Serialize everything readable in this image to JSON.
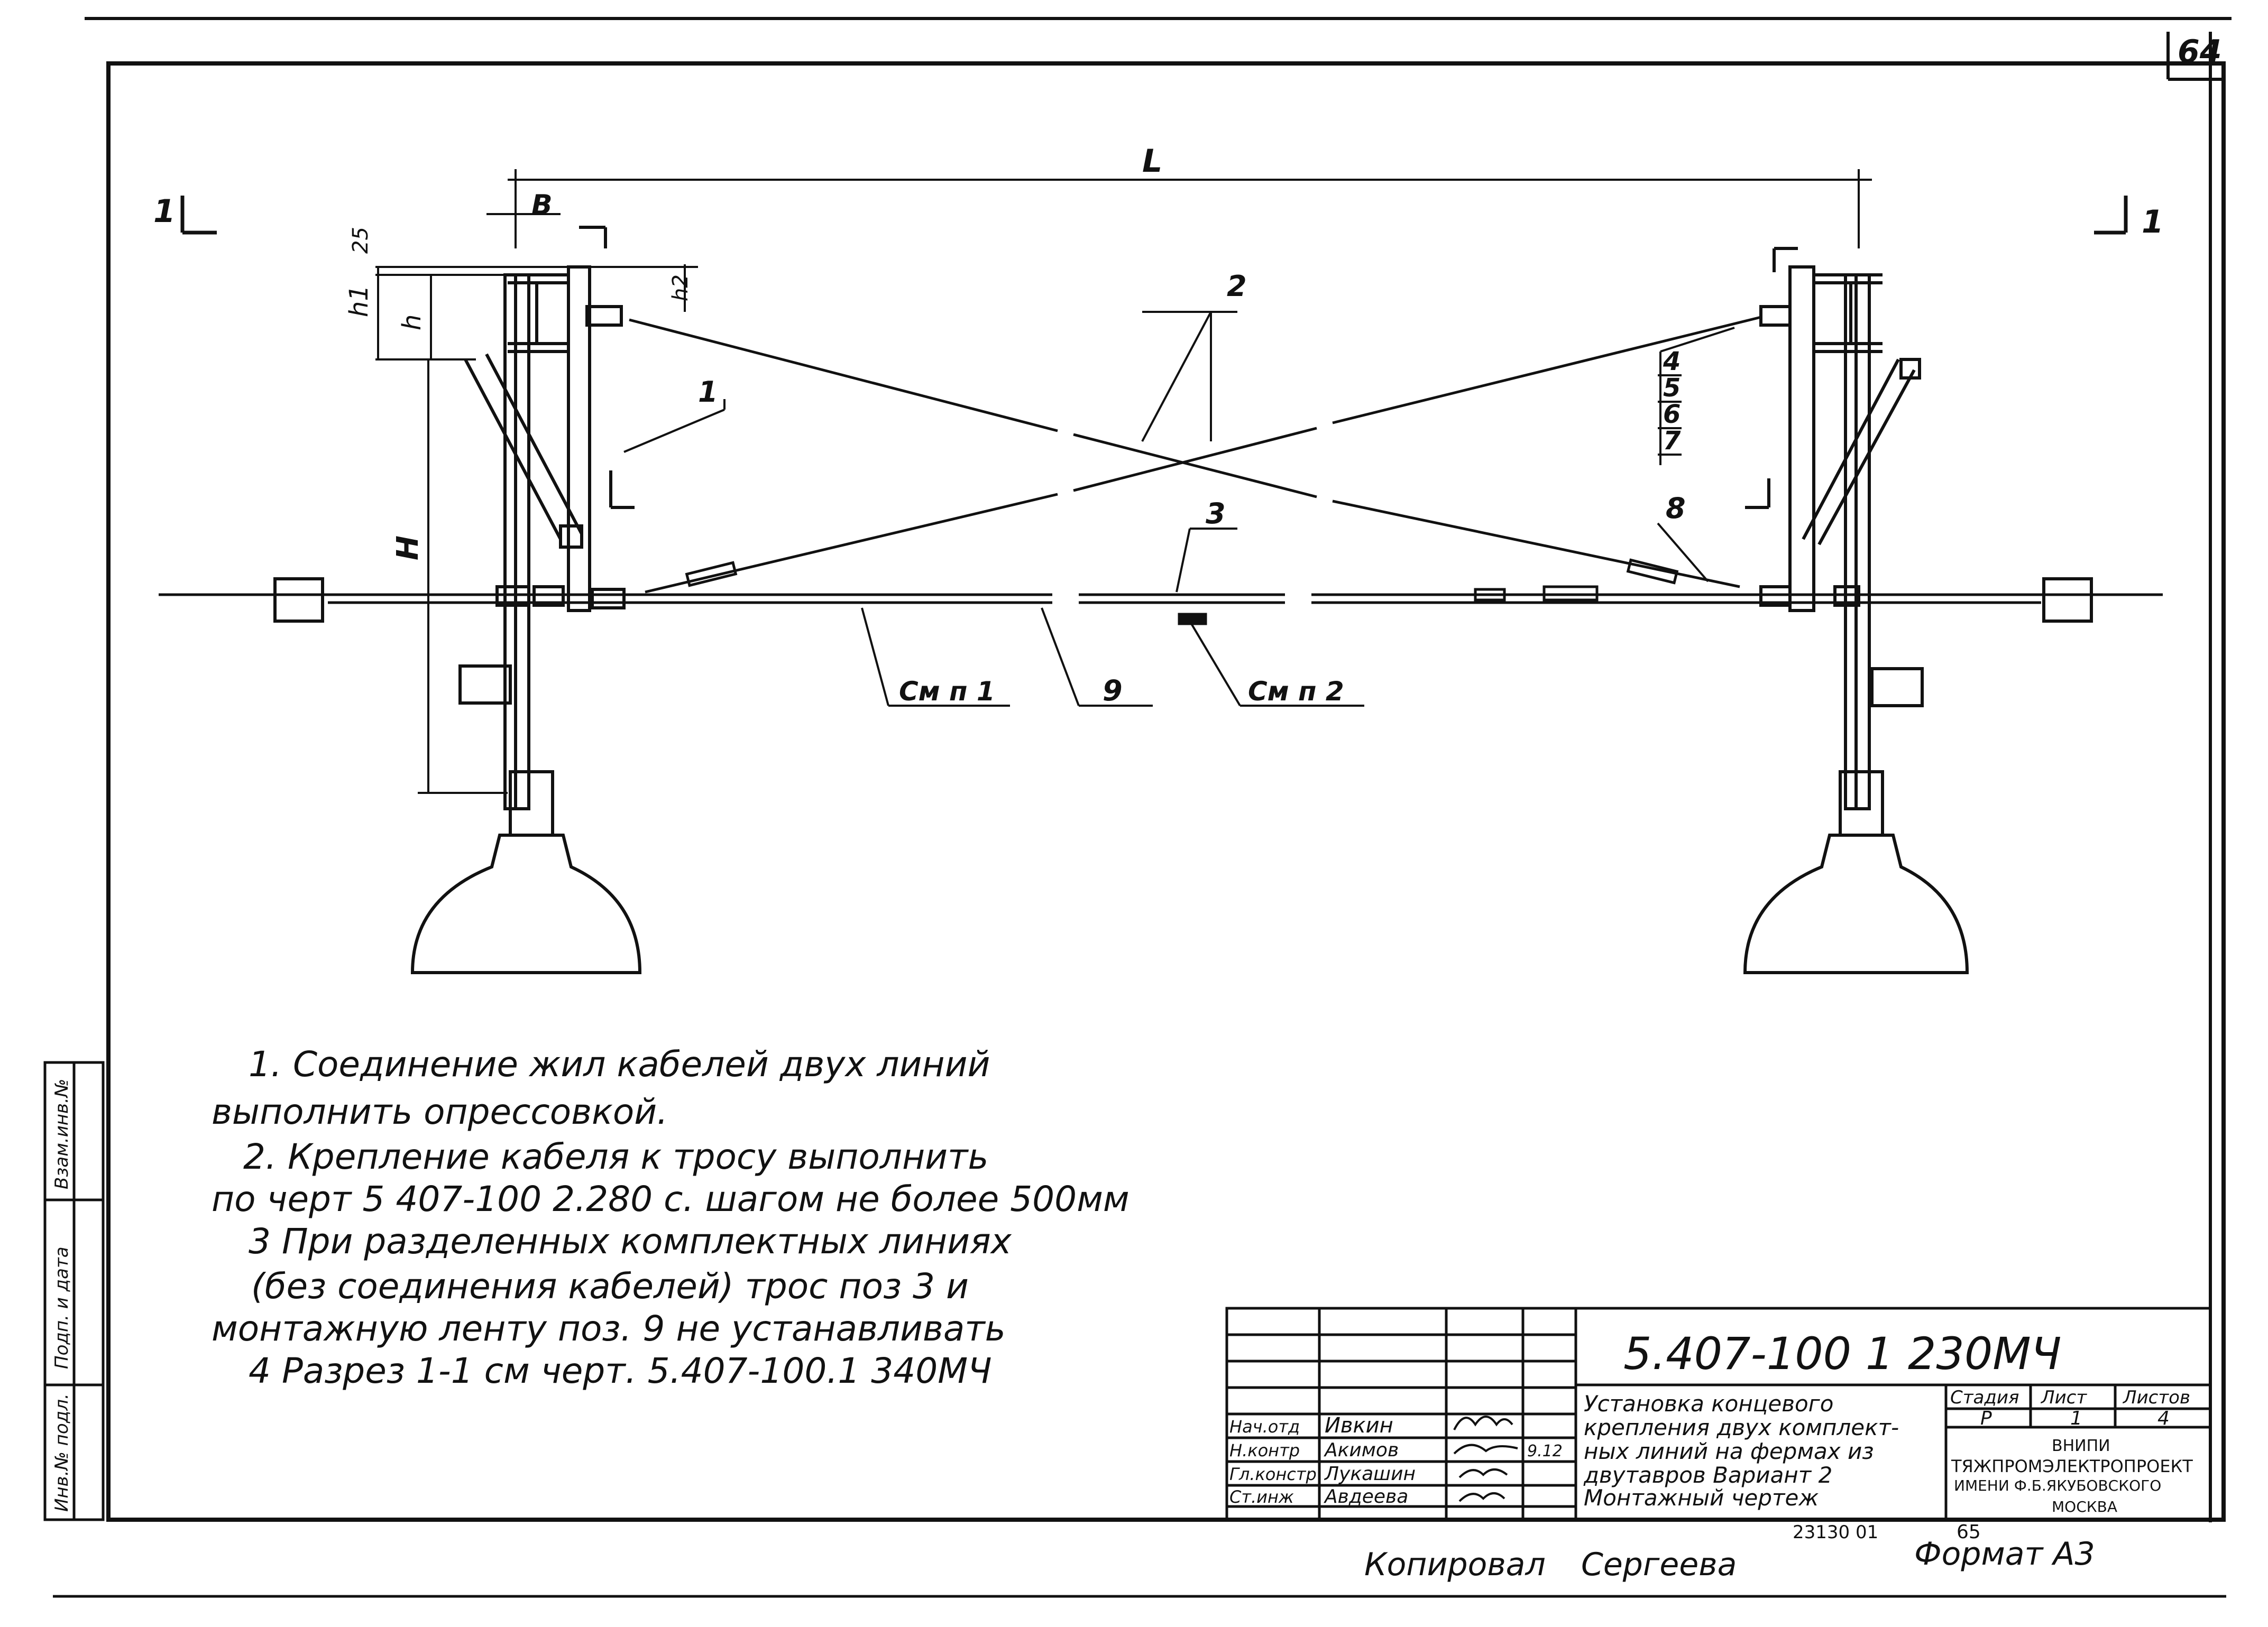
{
  "sheet_number": "64",
  "section_marks": {
    "left": "1",
    "right": "1"
  },
  "dimensions": {
    "L": "L",
    "b": "B",
    "d25": "25",
    "h1": "h1",
    "h": "h",
    "h2": "h2",
    "H": "H"
  },
  "callouts": [
    "1",
    "2",
    "3",
    "4",
    "5",
    "6",
    "7",
    "8",
    "9"
  ],
  "see_notes": {
    "n1": "См п 1",
    "n2": "См п 2"
  },
  "notes": [
    "1. Соединение жил кабелей двух линий",
    "выполнить опрессовкой.",
    "2. Крепление кабеля к тросу выполнить",
    "по черт 5 407-100 2.280   с. шагом не более 500мм",
    "3 При разделенных комплектных линиях",
    "(без соединения кабелей) трос поз 3 и",
    "монтажную ленту поз. 9 не устанавливать",
    "4 Разрез 1-1 см черт. 5.407-100.1 340МЧ"
  ],
  "title_block": {
    "code": "5.407-100 1 230МЧ",
    "description": [
      "Установка концевого",
      "крепления двух комплект-",
      "ных линий на фермах из",
      "двутавров Вариант 2",
      "Монтажный чертеж"
    ],
    "roles": [
      "Нач.отд",
      "Н.контр",
      "Гл.констр",
      "Ст.инж"
    ],
    "names": [
      "Ивкин",
      "Акимов",
      "Лукашин",
      "Авдеева"
    ],
    "date": "9.12",
    "stage_header": "Стадия",
    "sheet_header": "Лист",
    "sheets_header": "Листов",
    "stage": "Р",
    "sheet": "1",
    "sheets": "4",
    "org": [
      "ВНИПИ",
      "ТЯЖПРОМЭЛЕКТРОПРОЕКТ",
      "ИМЕНИ Ф.Б.ЯКУБОВСКОГО",
      "МОСКВА"
    ],
    "bottom_left": "23130 01",
    "bottom_right": "65"
  },
  "side_stamps": [
    "Взам.инв.№",
    "Подп. и дата",
    "Инв.№ подл."
  ],
  "footer": {
    "copied": "Копировал",
    "copier": "Сергеева",
    "format": "Формат А3"
  }
}
